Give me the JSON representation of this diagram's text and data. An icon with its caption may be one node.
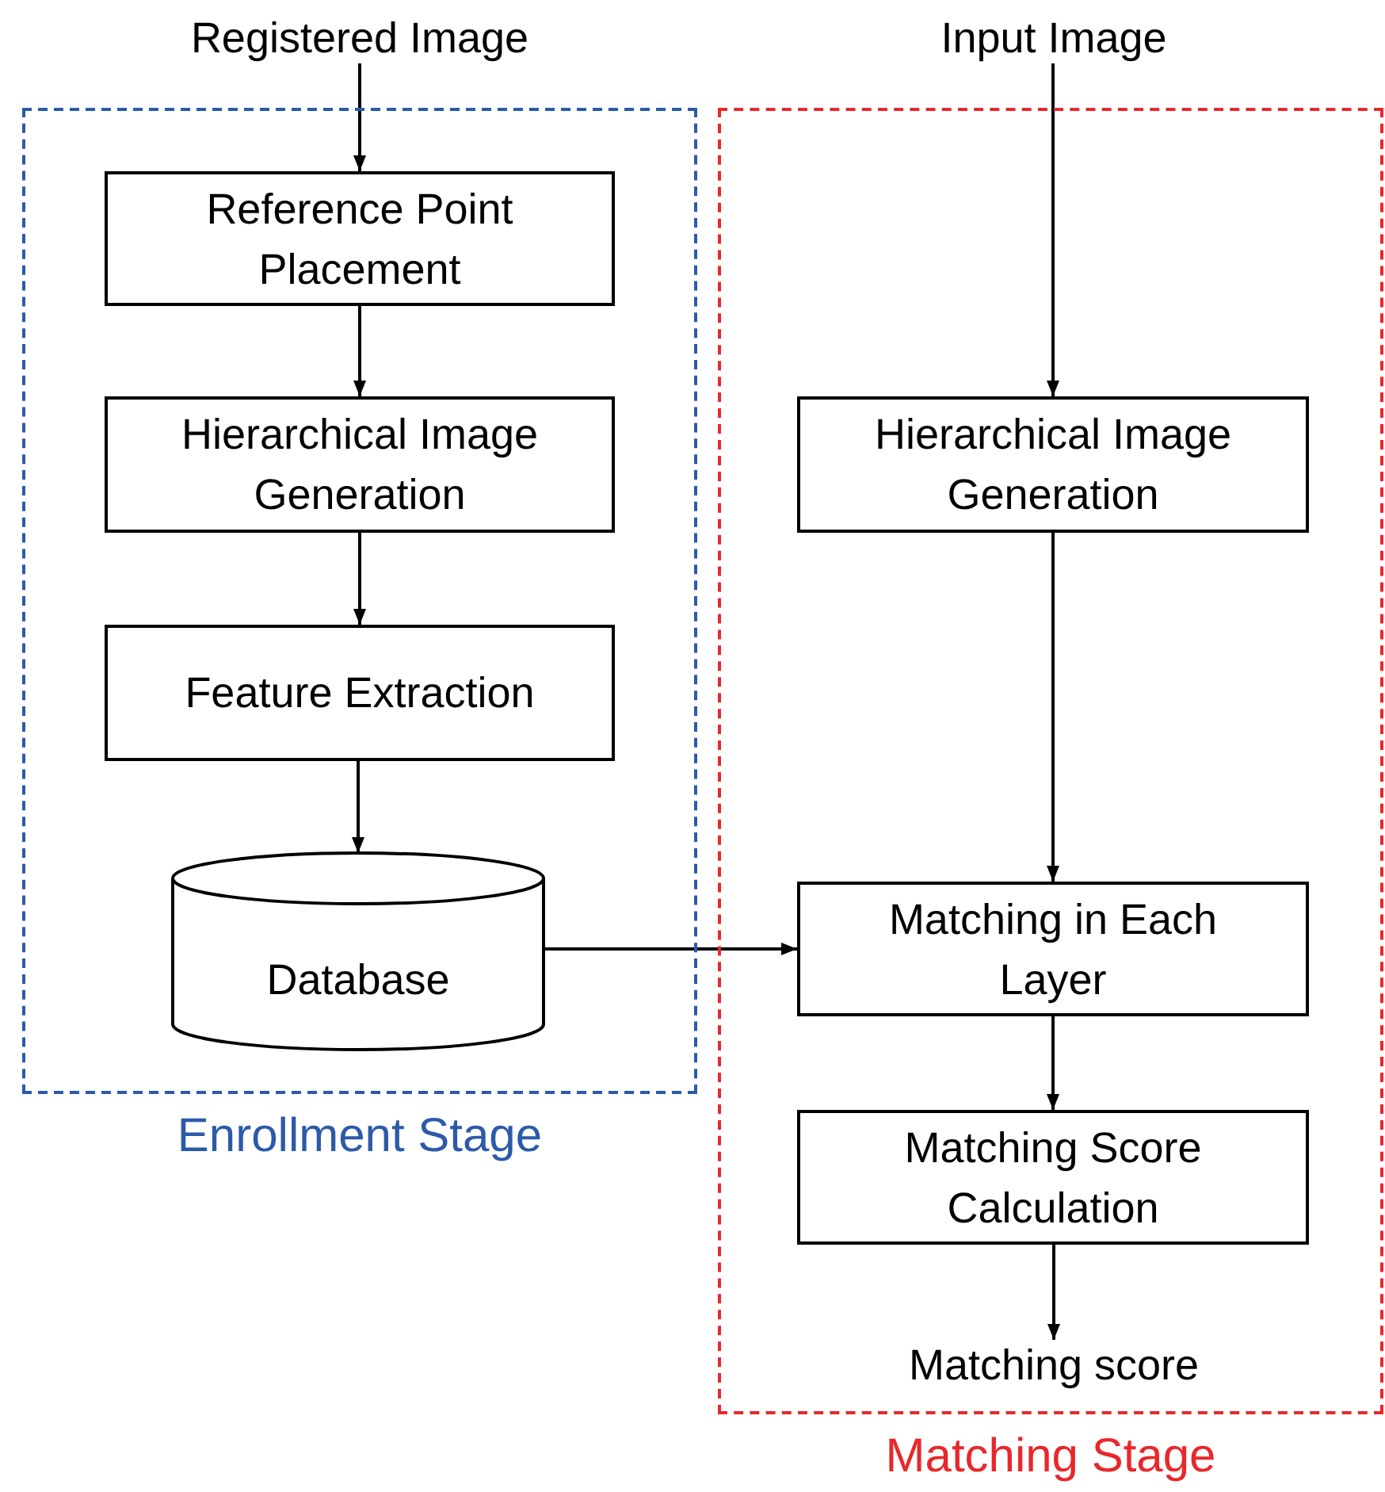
{
  "diagram": {
    "nodes": [
      {
        "text": [
          "Enrollment Stage"
        ]
      },
      {
        "text": [
          "Matching Stage"
        ]
      },
      {
        "text": [
          "Registered Image"
        ]
      },
      {
        "text": [
          "Reference Point Placement"
        ],
        "in": 0
      },
      {
        "text": [
          "Hierarchical Image Generation"
        ],
        "in": 0
      },
      {
        "text": [
          "Feature Extraction"
        ],
        "in": 0
      },
      {
        "text": [
          "Database"
        ],
        "in": 0
      },
      {
        "text": [
          "Input Image"
        ]
      },
      {
        "text": [
          "Hierarchical Image Generation"
        ],
        "in": 1
      },
      {
        "text": [
          "Matching in Each Layer"
        ],
        "in": 1
      },
      {
        "text": [
          "Matching Score Calculation"
        ],
        "in": 1
      },
      {
        "text": [
          "Matching score"
        ],
        "in": 1
      }
    ],
    "edges": [
      {
        "from": 2,
        "to": 3,
        "arrow": "to"
      },
      {
        "from": 3,
        "to": 4,
        "arrow": "to"
      },
      {
        "from": 4,
        "to": 5,
        "arrow": "to"
      },
      {
        "from": 5,
        "to": 6,
        "arrow": "to"
      },
      {
        "from": 7,
        "to": 8,
        "arrow": "to"
      },
      {
        "from": 8,
        "to": 9,
        "arrow": "to"
      },
      {
        "from": 6,
        "to": 9,
        "arrow": "to"
      },
      {
        "from": 9,
        "to": 10,
        "arrow": "to"
      },
      {
        "from": 10,
        "to": 11,
        "arrow": "to"
      }
    ]
  }
}
